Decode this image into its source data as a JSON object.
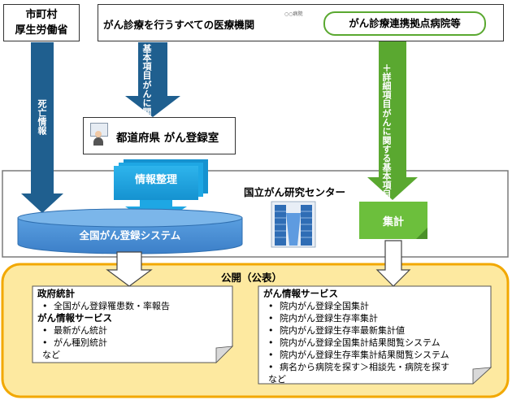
{
  "sources": {
    "municipality": [
      "市町村",
      "厚生労働省"
    ],
    "all_institutions": "がん診療を行うすべての医療機関",
    "hospital_badge": "○○病院",
    "core_hospitals": "がん診療連携拠点病院等"
  },
  "flows": {
    "death_info": "死亡情報",
    "basic_items": [
      "がんに関する",
      "基本項目"
    ],
    "basic_plus_detail": [
      "がんに関する基本項目",
      "＋詳細項目"
    ]
  },
  "registry_office": "都道府県 がん登録室",
  "info_arrangement": "情報整理",
  "ncc": "国立がん研究センター",
  "national_system": "全国がん登録システム",
  "aggregation": "集計",
  "publication": "公開（公表）",
  "left_doc": {
    "sections": [
      {
        "title": "政府統計",
        "items": [
          "全国がん登録罹患数・率報告"
        ]
      },
      {
        "title": "がん情報サービス",
        "items": [
          "最新がん統計",
          "がん種別統計"
        ]
      }
    ],
    "tail": "など"
  },
  "right_doc": {
    "title": "がん情報サービス",
    "items": [
      "院内がん登録全国集計",
      "院内がん登録生存率集計",
      "院内がん登録生存率最新集計値",
      "院内がん登録全国集計結果閲覧システム",
      "院内がん登録生存率集計結果閲覧システム",
      "病名から病院を探す＞相談先・病院を探す"
    ],
    "tail": "など"
  },
  "colors": {
    "dark_blue": "#1f5f8f",
    "light_blue": "#4a90d2",
    "cyan": "#1ea7e4",
    "green": "#5aa830",
    "green_light": "#6cbf3c",
    "orange_border": "#f2a800",
    "yellow_fill": "#fde9a0",
    "gray_border": "#7a7a7a"
  }
}
